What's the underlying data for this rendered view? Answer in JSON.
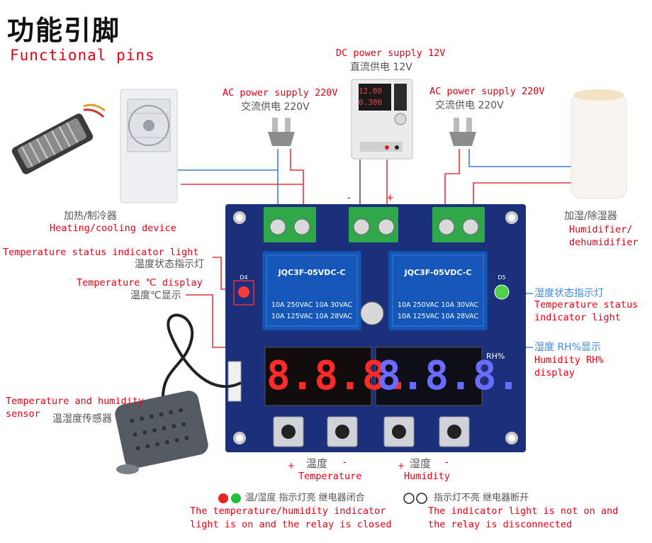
{
  "header": {
    "title_cn": "功能引脚",
    "title_en": "Functional pins"
  },
  "dc_supply": {
    "en": "DC power supply 12V",
    "cn": "直流供电 12V",
    "display_top": "12.00",
    "display_bottom": "0.300"
  },
  "ac_left": {
    "en": "AC power supply 220V",
    "cn": "交流供电 220V"
  },
  "ac_right": {
    "en": "AC power supply 220V",
    "cn": "交流供电 220V"
  },
  "heating": {
    "cn": "加热/制冷器",
    "en": "Heating/cooling device"
  },
  "humidifier": {
    "cn": "加湿/除湿器",
    "en_line1": "Humidifier/",
    "en_line2": "dehumidifier"
  },
  "temp_status": {
    "en": "Temperature status indicator light",
    "cn": "温度状态指示灯"
  },
  "temp_display": {
    "en": "Temperature ℃ display",
    "cn": "温度℃显示"
  },
  "hum_status": {
    "cn": "湿度状态指示灯",
    "en_line1": "Temperature status",
    "en_line2": "indicator light"
  },
  "hum_display": {
    "cn": "湿度 RH%显示",
    "en_line1": "Humidity RH%",
    "en_line2": "display"
  },
  "sensor": {
    "en_line1": "Temperature and humidity",
    "en_line2": "sensor",
    "cn": "温湿度传感器"
  },
  "board": {
    "terminal_minus": "-",
    "terminal_plus": "+",
    "relay_model": "JQC3F-05VDC-C",
    "relay_line1": "10A 250VAC 10A 30VAC",
    "relay_line2": "10A 125VAC 10A 28VAC",
    "red_digits": "8.8.8.",
    "blue_digits": "8.8.8.",
    "rh_label": "RH%",
    "led_left_label": "D4",
    "led_right_label": "D5"
  },
  "buttons": {
    "temp_plus": "+",
    "temp_cn": "温度",
    "temp_minus": "-",
    "temp_en": "Temperature",
    "hum_plus": "+",
    "hum_cn": "湿度",
    "hum_minus": "-",
    "hum_en": "Humidity"
  },
  "legend": {
    "on_cn": "温/湿度 指示灯亮 继电器闭合",
    "on_en_line1": "The temperature/humidity indicator",
    "on_en_line2": "light is on and the relay is closed",
    "off_cn": "指示灯不亮 继电器断开",
    "off_en_line1": "The indicator light is not on and",
    "off_en_line2": "the relay is disconnected"
  },
  "colors": {
    "board": "#1b2f7a",
    "terminal": "#2fa84a",
    "relay": "#1457b8",
    "red_digit": "#ff2a2a",
    "blue_digit": "#6a6cff",
    "label_red": "#e60012",
    "label_blue": "#3f8be0"
  }
}
